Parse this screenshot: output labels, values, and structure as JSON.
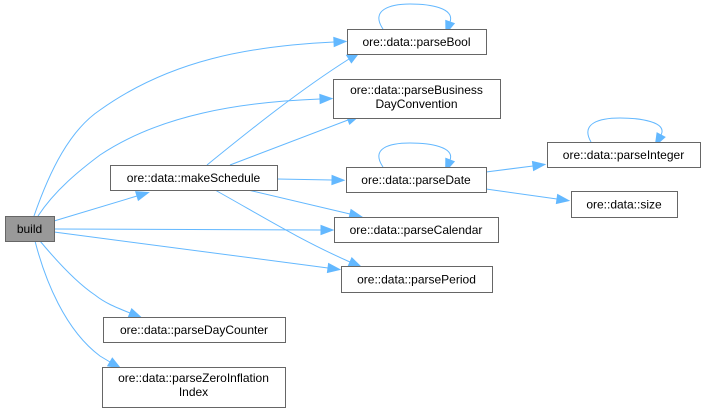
{
  "graph": {
    "root": "build",
    "nodes": {
      "build": [
        "build"
      ],
      "makeSchedule": [
        "ore::data::makeSchedule"
      ],
      "parseDayCounter": [
        "ore::data::parseDayCounter"
      ],
      "parseZeroInflationIndex": [
        "ore::data::parseZeroInflation",
        "Index"
      ],
      "parseBool": [
        "ore::data::parseBool"
      ],
      "parseBusinessDayConvention": [
        "ore::data::parseBusiness",
        "DayConvention"
      ],
      "parseDate": [
        "ore::data::parseDate"
      ],
      "parseCalendar": [
        "ore::data::parseCalendar"
      ],
      "parsePeriod": [
        "ore::data::parsePeriod"
      ],
      "parseInteger": [
        "ore::data::parseInteger"
      ],
      "size": [
        "ore::data::size"
      ]
    },
    "edges": [
      [
        "build",
        "parseBool"
      ],
      [
        "build",
        "parseBusinessDayConvention"
      ],
      [
        "build",
        "makeSchedule"
      ],
      [
        "build",
        "parseCalendar"
      ],
      [
        "build",
        "parsePeriod"
      ],
      [
        "build",
        "parseDayCounter"
      ],
      [
        "build",
        "parseZeroInflationIndex"
      ],
      [
        "makeSchedule",
        "parseBool"
      ],
      [
        "makeSchedule",
        "parseBusinessDayConvention"
      ],
      [
        "makeSchedule",
        "parseDate"
      ],
      [
        "makeSchedule",
        "parseCalendar"
      ],
      [
        "makeSchedule",
        "parsePeriod"
      ],
      [
        "parseBool",
        "parseBool"
      ],
      [
        "parseDate",
        "parseDate"
      ],
      [
        "parseDate",
        "parseInteger"
      ],
      [
        "parseDate",
        "size"
      ],
      [
        "parseInteger",
        "parseInteger"
      ]
    ],
    "colors": {
      "edge": "#63b8ff",
      "root_fill": "#999999",
      "border": "#666666"
    }
  }
}
